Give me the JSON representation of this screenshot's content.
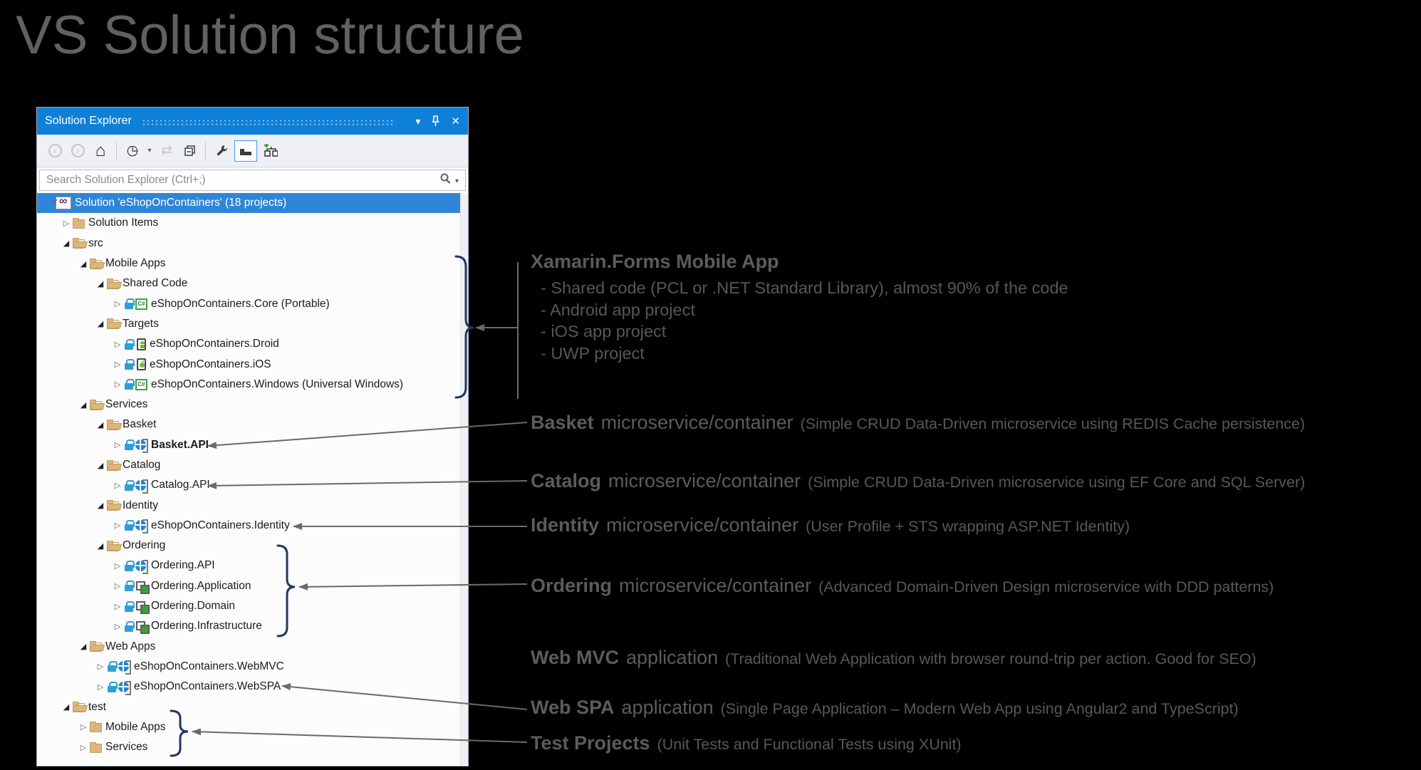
{
  "page": {
    "title": "VS Solution structure"
  },
  "panel": {
    "title": "Solution Explorer",
    "titlebar_icons": [
      "chevron-down",
      "pin",
      "close"
    ],
    "toolbar_icons": [
      "back",
      "forward",
      "home",
      "pending-changes",
      "pending-changes-dropdown",
      "sync",
      "collapse-all",
      "properties-wrench",
      "preview-selected-items",
      "sync-with-active-document"
    ],
    "search": {
      "placeholder": "Search Solution Explorer (Ctrl+;)",
      "icons": [
        "search-magnifier",
        "search-dropdown"
      ]
    },
    "tree": {
      "rows": [
        {
          "label": "Solution 'eShopOnContainers' (18 projects)",
          "indent": 0,
          "expand": "none",
          "icon": "solution",
          "locked": false,
          "bold": false,
          "selected": true
        },
        {
          "label": "Solution Items",
          "indent": 1,
          "expand": "collapsed",
          "icon": "folder-closed",
          "locked": false,
          "bold": false,
          "selected": false
        },
        {
          "label": "src",
          "indent": 1,
          "expand": "expanded",
          "icon": "folder-open",
          "locked": false,
          "bold": false,
          "selected": false
        },
        {
          "label": "Mobile Apps",
          "indent": 2,
          "expand": "expanded",
          "icon": "folder-open",
          "locked": false,
          "bold": false,
          "selected": false
        },
        {
          "label": "Shared Code",
          "indent": 3,
          "expand": "expanded",
          "icon": "folder-open",
          "locked": false,
          "bold": false,
          "selected": false
        },
        {
          "label": "eShopOnContainers.Core (Portable)",
          "indent": 4,
          "expand": "collapsed",
          "icon": "csharp",
          "locked": true,
          "bold": false,
          "selected": false
        },
        {
          "label": "Targets",
          "indent": 3,
          "expand": "expanded",
          "icon": "folder-open",
          "locked": false,
          "bold": false,
          "selected": false
        },
        {
          "label": "eShopOnContainers.Droid",
          "indent": 4,
          "expand": "collapsed",
          "icon": "droid",
          "locked": true,
          "bold": false,
          "selected": false
        },
        {
          "label": "eShopOnContainers.iOS",
          "indent": 4,
          "expand": "collapsed",
          "icon": "ios",
          "locked": true,
          "bold": false,
          "selected": false
        },
        {
          "label": "eShopOnContainers.Windows (Universal Windows)",
          "indent": 4,
          "expand": "collapsed",
          "icon": "csharp",
          "locked": true,
          "bold": false,
          "selected": false
        },
        {
          "label": "Services",
          "indent": 2,
          "expand": "expanded",
          "icon": "folder-open",
          "locked": false,
          "bold": false,
          "selected": false
        },
        {
          "label": "Basket",
          "indent": 3,
          "expand": "expanded",
          "icon": "folder-open",
          "locked": false,
          "bold": false,
          "selected": false
        },
        {
          "label": "Basket.API",
          "indent": 4,
          "expand": "collapsed",
          "icon": "web",
          "locked": true,
          "bold": true,
          "selected": false
        },
        {
          "label": "Catalog",
          "indent": 3,
          "expand": "expanded",
          "icon": "folder-open",
          "locked": false,
          "bold": false,
          "selected": false
        },
        {
          "label": "Catalog.API",
          "indent": 4,
          "expand": "collapsed",
          "icon": "web",
          "locked": true,
          "bold": false,
          "selected": false
        },
        {
          "label": "Identity",
          "indent": 3,
          "expand": "expanded",
          "icon": "folder-open",
          "locked": false,
          "bold": false,
          "selected": false
        },
        {
          "label": "eShopOnContainers.Identity",
          "indent": 4,
          "expand": "collapsed",
          "icon": "web",
          "locked": true,
          "bold": false,
          "selected": false
        },
        {
          "label": "Ordering",
          "indent": 3,
          "expand": "expanded",
          "icon": "folder-open",
          "locked": false,
          "bold": false,
          "selected": false
        },
        {
          "label": "Ordering.API",
          "indent": 4,
          "expand": "collapsed",
          "icon": "web",
          "locked": true,
          "bold": false,
          "selected": false
        },
        {
          "label": "Ordering.Application",
          "indent": 4,
          "expand": "collapsed",
          "icon": "lib",
          "locked": true,
          "bold": false,
          "selected": false
        },
        {
          "label": "Ordering.Domain",
          "indent": 4,
          "expand": "collapsed",
          "icon": "lib",
          "locked": true,
          "bold": false,
          "selected": false
        },
        {
          "label": "Ordering.Infrastructure",
          "indent": 4,
          "expand": "collapsed",
          "icon": "lib",
          "locked": true,
          "bold": false,
          "selected": false
        },
        {
          "label": "Web Apps",
          "indent": 2,
          "expand": "expanded",
          "icon": "folder-open",
          "locked": false,
          "bold": false,
          "selected": false
        },
        {
          "label": "eShopOnContainers.WebMVC",
          "indent": 3,
          "expand": "collapsed",
          "icon": "web",
          "locked": true,
          "bold": false,
          "selected": false
        },
        {
          "label": "eShopOnContainers.WebSPA",
          "indent": 3,
          "expand": "collapsed",
          "icon": "web",
          "locked": true,
          "bold": false,
          "selected": false
        },
        {
          "label": "test",
          "indent": 1,
          "expand": "expanded",
          "icon": "folder-open",
          "locked": false,
          "bold": false,
          "selected": false
        },
        {
          "label": "Mobile Apps",
          "indent": 2,
          "expand": "collapsed",
          "icon": "folder-closed",
          "locked": false,
          "bold": false,
          "selected": false
        },
        {
          "label": "Services",
          "indent": 2,
          "expand": "collapsed",
          "icon": "folder-closed",
          "locked": false,
          "bold": false,
          "selected": false
        }
      ]
    }
  },
  "annotations": {
    "xamarin": {
      "title": "Xamarin.Forms Mobile App",
      "bullets": [
        "- Shared code (PCL or .NET Standard Library), almost 90% of the code",
        "- Android app project",
        "- iOS app project",
        "- UWP project"
      ]
    },
    "basket": {
      "bold": "Basket",
      "mid": "microservice/container",
      "paren": "(Simple CRUD Data-Driven microservice using REDIS Cache persistence)"
    },
    "catalog": {
      "bold": "Catalog",
      "mid": "microservice/container",
      "paren": "(Simple CRUD Data-Driven microservice using EF Core and SQL Server)"
    },
    "identity": {
      "bold": "Identity",
      "mid": "microservice/container",
      "paren": "(User Profile + STS wrapping ASP.NET Identity)"
    },
    "ordering": {
      "bold": "Ordering",
      "mid": "microservice/container",
      "paren": "(Advanced Domain-Driven Design microservice with DDD patterns)"
    },
    "webmvc": {
      "bold": "Web MVC",
      "mid": "application",
      "paren": "(Traditional Web Application with browser round-trip per action. Good for SEO)"
    },
    "webspa": {
      "bold": "Web SPA",
      "mid": "application",
      "paren": "(Single Page Application – Modern Web App using Angular2 and TypeScript)"
    },
    "test": {
      "bold": "Test Projects",
      "mid": "",
      "paren": "(Unit Tests and Functional Tests using XUnit)"
    }
  },
  "colors": {
    "panel_titlebar": "#0f80d7",
    "selection": "#2f86d8",
    "folder_tan": "#dcb67a",
    "lock_blue": "#2d9fd8",
    "annotation_gray": "#5c5c5c",
    "brace_navy": "#1f3864",
    "arrow_gray": "#6a6a6a",
    "background": "#000000"
  }
}
